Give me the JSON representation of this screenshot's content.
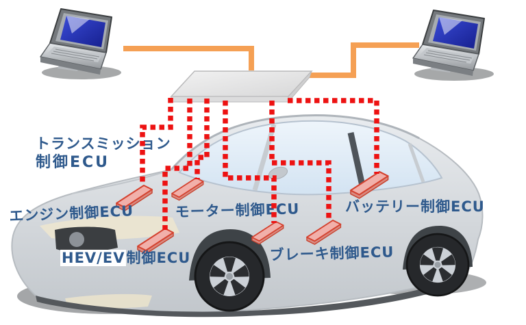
{
  "diagram": {
    "labels": {
      "transmission": {
        "line1": "トランスミッション",
        "line2": "制御ECU"
      },
      "engine": "エンジン制御ECU",
      "motor": "モーター制御ECU",
      "battery": "バッテリー制御ECU",
      "hev": {
        "prefix": "HEV/EV",
        "suffix": "制御ECU"
      },
      "brake": "ブレーキ制御ECU"
    },
    "scene": {
      "icons": [
        "laptop-icon",
        "laptop-icon",
        "gateway-panel",
        "car-illustration",
        "ecu-chip"
      ],
      "ecu_chip_count": 6,
      "connections": "gateway-panel to each ECU chip via red dotted bus lines; two laptops wired to gateway-panel with orange cables"
    },
    "colors": {
      "label_text": "#2E598C",
      "bus_dotted_line": "#ED1212",
      "cable_orange": "#F5A054",
      "ecu_chip_fill": "#F1B0AA",
      "ecu_chip_border": "#D4412E",
      "laptop_screen_blue": "#2A3BC4",
      "car_body_gray": "#D5D9DD",
      "window_blue": "#DFEAF5"
    }
  }
}
